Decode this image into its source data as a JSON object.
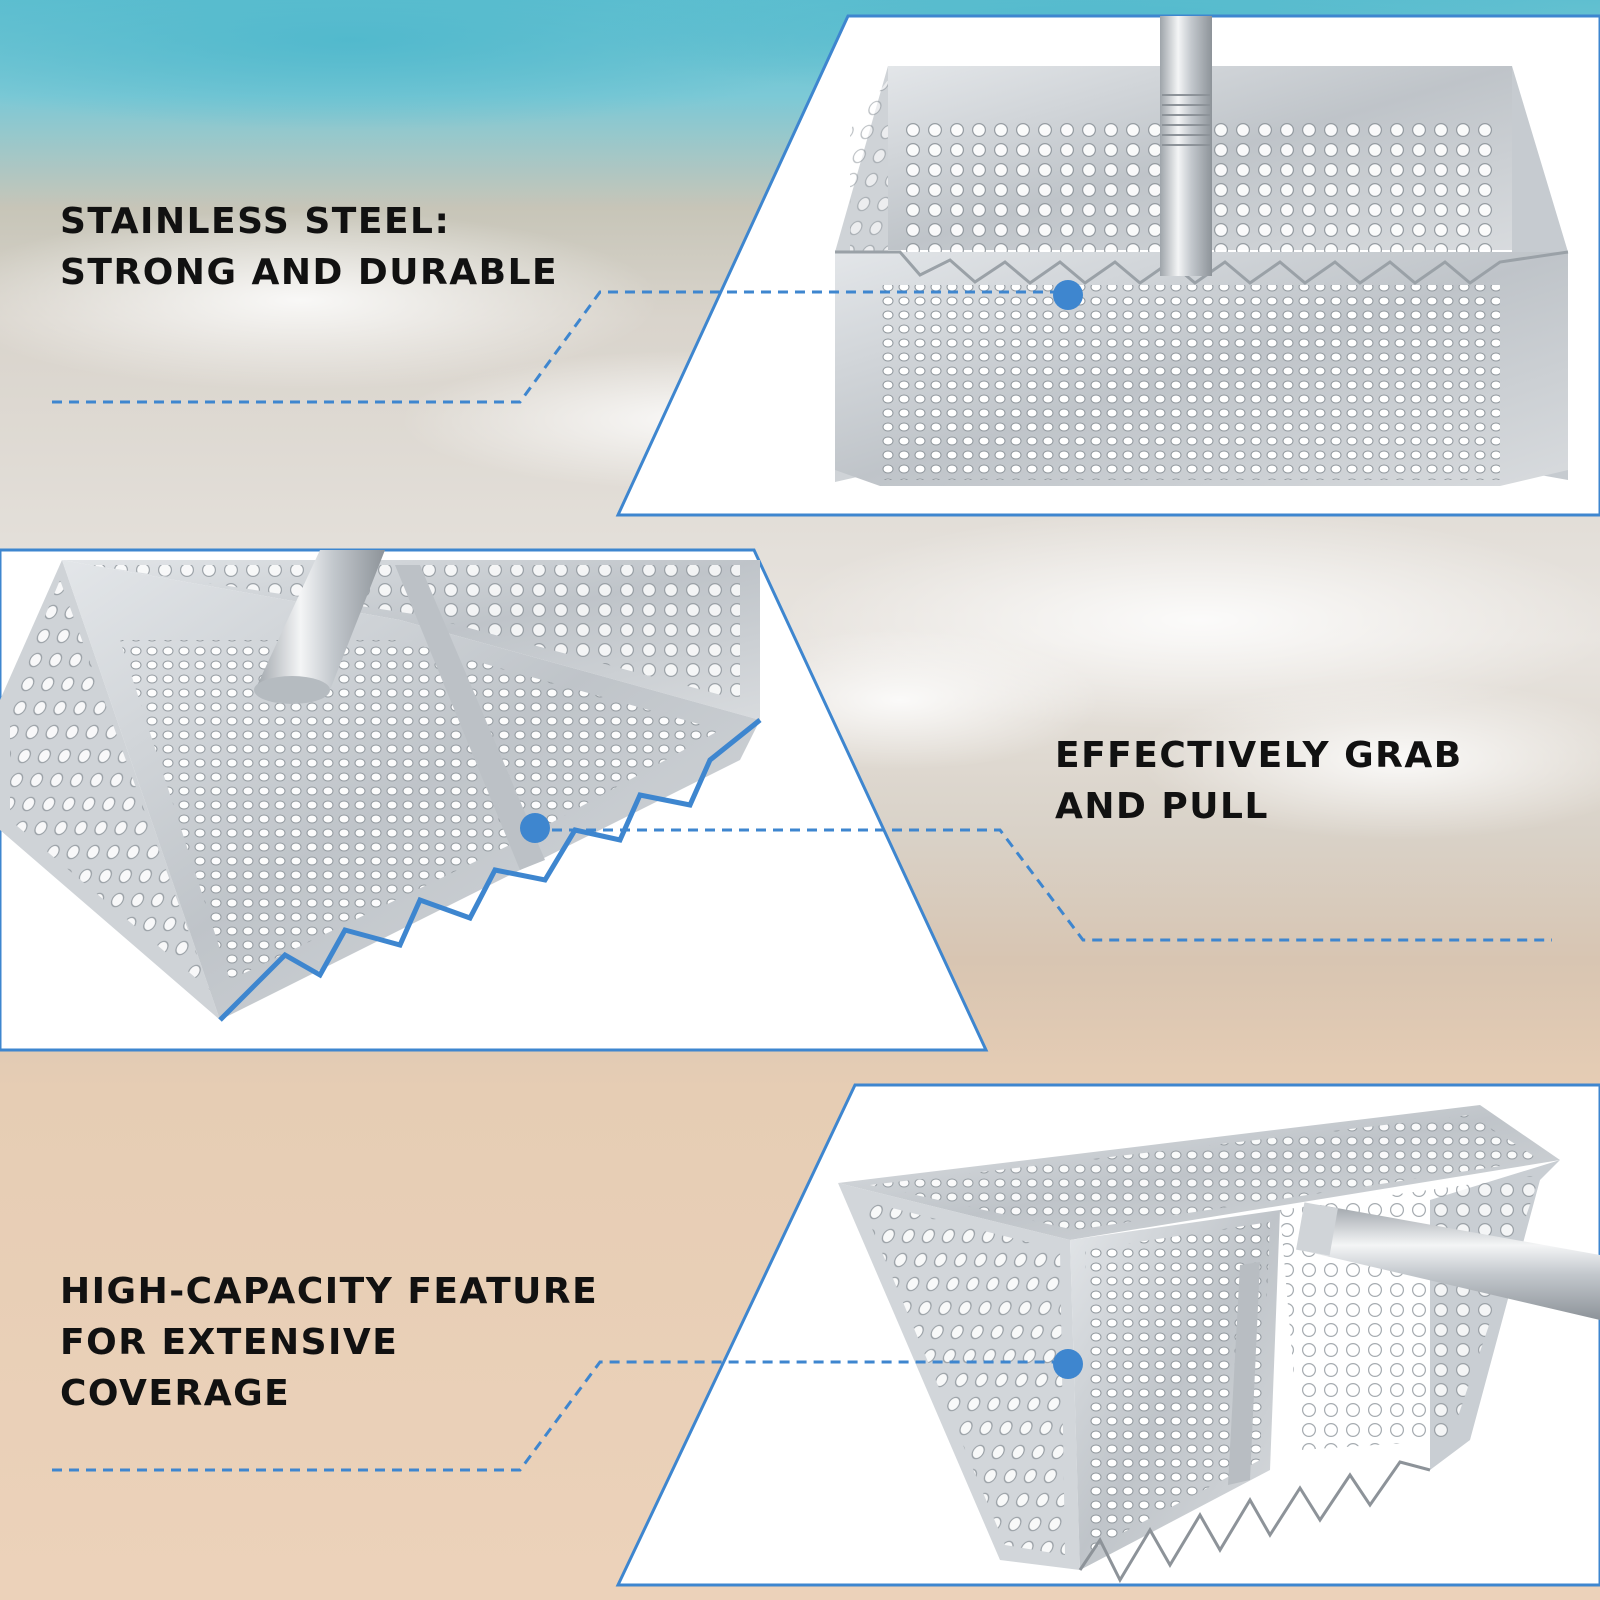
{
  "theme": {
    "accent": "#3e86cf",
    "panel_border": "#3e86cf",
    "panel_fill": "#ffffff",
    "text_color": "#111111",
    "sea_color": "#6cc2d2",
    "sand_color": "#e9cdb3",
    "steel_color": "#c9ced3"
  },
  "features": [
    {
      "lines": [
        "STAINLESS STEEL:",
        "STRONG AND DURABLE"
      ],
      "icon": "sifter-scoop-front-icon"
    },
    {
      "lines": [
        "EFFECTIVELY GRAB",
        "AND PULL"
      ],
      "icon": "sifter-scoop-serrated-edge-icon"
    },
    {
      "lines": [
        "HIGH-CAPACITY FEATURE",
        "FOR EXTENSIVE",
        "COVERAGE"
      ],
      "icon": "sifter-scoop-side-icon"
    }
  ]
}
